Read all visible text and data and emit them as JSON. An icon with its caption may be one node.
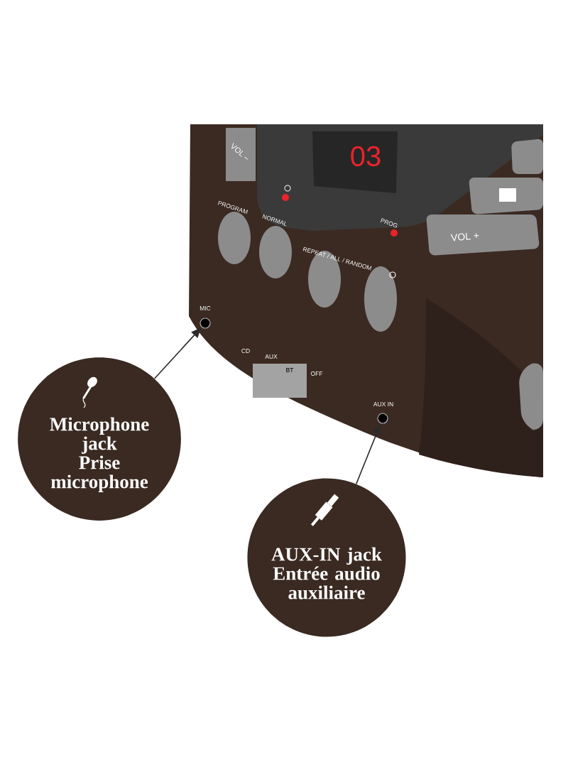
{
  "diagram": {
    "nodes": [
      {
        "text": [
          "Microphone jack",
          "Prise microphone"
        ]
      },
      {
        "text": [],
        "shape": "circle",
        "beside": [
          "MIC"
        ]
      },
      {
        "text": [
          "AUX-IN jack",
          "Entrée audio auxiliaire"
        ]
      },
      {
        "text": [],
        "shape": "circle",
        "beside": [
          "AUX IN"
        ]
      }
    ],
    "edges": [
      {
        "from": 0,
        "to": 1,
        "arrow": "to"
      },
      {
        "from": 2,
        "to": 3,
        "arrow": "to"
      }
    ],
    "labels": [
      "VOL –",
      "03",
      "PROGRAM",
      "NORMAL",
      "PROG",
      "VOL +",
      "REPEAT / ALL / RANDOM",
      "CD",
      "AUX",
      "BT",
      "OFF"
    ]
  }
}
